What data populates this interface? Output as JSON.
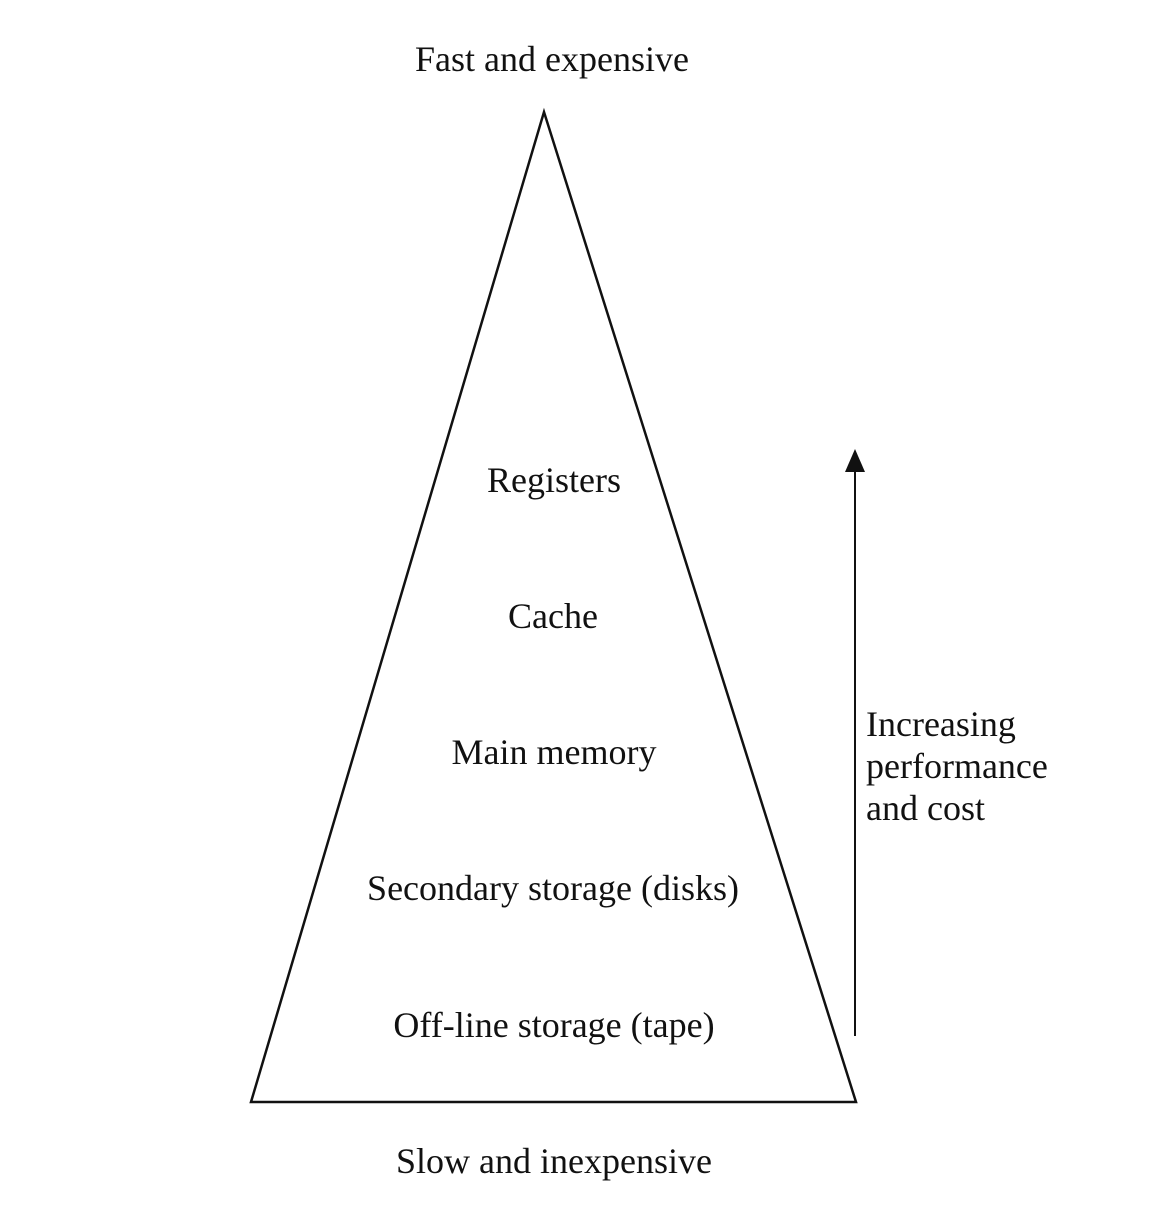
{
  "top_caption": "Fast and expensive",
  "bottom_caption": "Slow and inexpensive",
  "levels": [
    "Registers",
    "Cache",
    "Main memory",
    "Secondary storage (disks)",
    "Off-line storage (tape)"
  ],
  "arrow_label": {
    "line1": "Increasing",
    "line2": "performance",
    "line3": "and cost"
  },
  "colors": {
    "ink": "#111111",
    "background": "#ffffff"
  }
}
